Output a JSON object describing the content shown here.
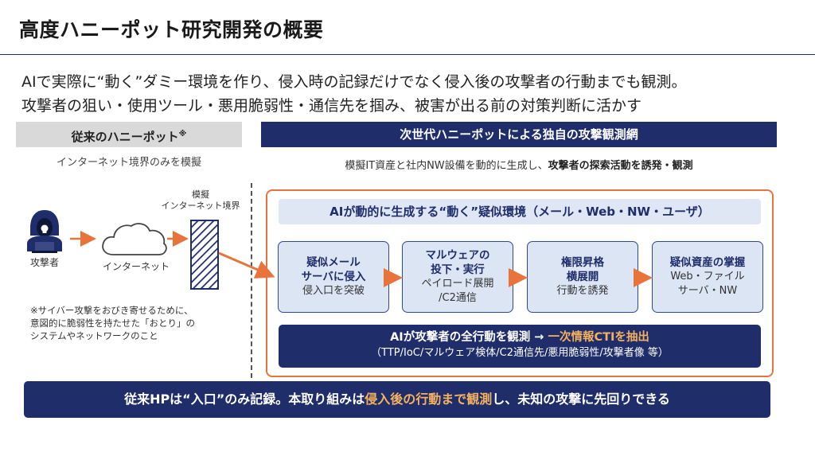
{
  "title": "高度ハニーポット研究開発の概要",
  "lead": {
    "line1": "AIで実際に“動く”ダミー環境を作り、侵入時の記録だけでなく侵入後の攻撃者の行動までも観測。",
    "line2": "攻撃者の狙い・使用ツール・悪用脆弱性・通信先を掴み、被害が出る前の対策判断に活かす"
  },
  "legacy": {
    "header": "従来のハニーポット",
    "header_mark": "※",
    "description": "インターネット境界のみを模擬",
    "attacker_label": "攻撃者",
    "internet_label": "インターネット",
    "boundary_label_1": "模擬",
    "boundary_label_2": "インターネット境界",
    "footnote_1": "※サイバー攻撃をおびき寄せるために、",
    "footnote_2": "意図的に脆弱性を持たせた「おとり」の",
    "footnote_3": "システムやネットワークのこと"
  },
  "next": {
    "header": "次世代ハニーポットによる独自の攻撃観測網",
    "desc_plain": "模擬IT資産と社内NW設備を動的に生成し、",
    "desc_bold": "攻撃者の探索活動を誘発・観測",
    "ai_banner": "AIが動的に生成する“動く”疑似環境（メール・Web・NW・ユーザ）",
    "steps": [
      {
        "title1": "疑似メール",
        "title2": "サーバに侵入",
        "sub1": "侵入口を突破",
        "sub2": ""
      },
      {
        "title1": "マルウェアの",
        "title2": "投下・実行",
        "sub1": "ペイロード展開",
        "sub2": "/C2通信"
      },
      {
        "title1": "権限昇格",
        "title2": "横展開",
        "sub1": "行動を誘発",
        "sub2": ""
      },
      {
        "title1": "疑似資産の掌握",
        "title2": "",
        "sub1": "Web・ファイル",
        "sub2": "サーバ・NW"
      }
    ],
    "cti_plain": "AIが攻撃者の全行動を観測 →",
    "cti_highlight": "一次情報CTIを抽出",
    "cti_detail": "（TTP/IoC/マルウェア検体/C2通信先/悪用脆弱性/攻撃者像 等）"
  },
  "summary": {
    "part1": "従来HPは“入口”のみ記録。本取り組みは",
    "highlight": "侵入後の行動まで観測",
    "part2": "し、未知の攻撃に先回りできる"
  },
  "colors": {
    "navy": "#1f2d6b",
    "orange": "#e8743b",
    "highlight": "#f5b25e",
    "step_fill": "#dce5f4",
    "banner_fill": "#dfe6f4",
    "legacy_fill": "#d9d9d9"
  },
  "icons": {
    "attacker": "hooded-hacker-icon",
    "internet": "cloud-icon",
    "boundary": "hatched-wall-icon"
  }
}
